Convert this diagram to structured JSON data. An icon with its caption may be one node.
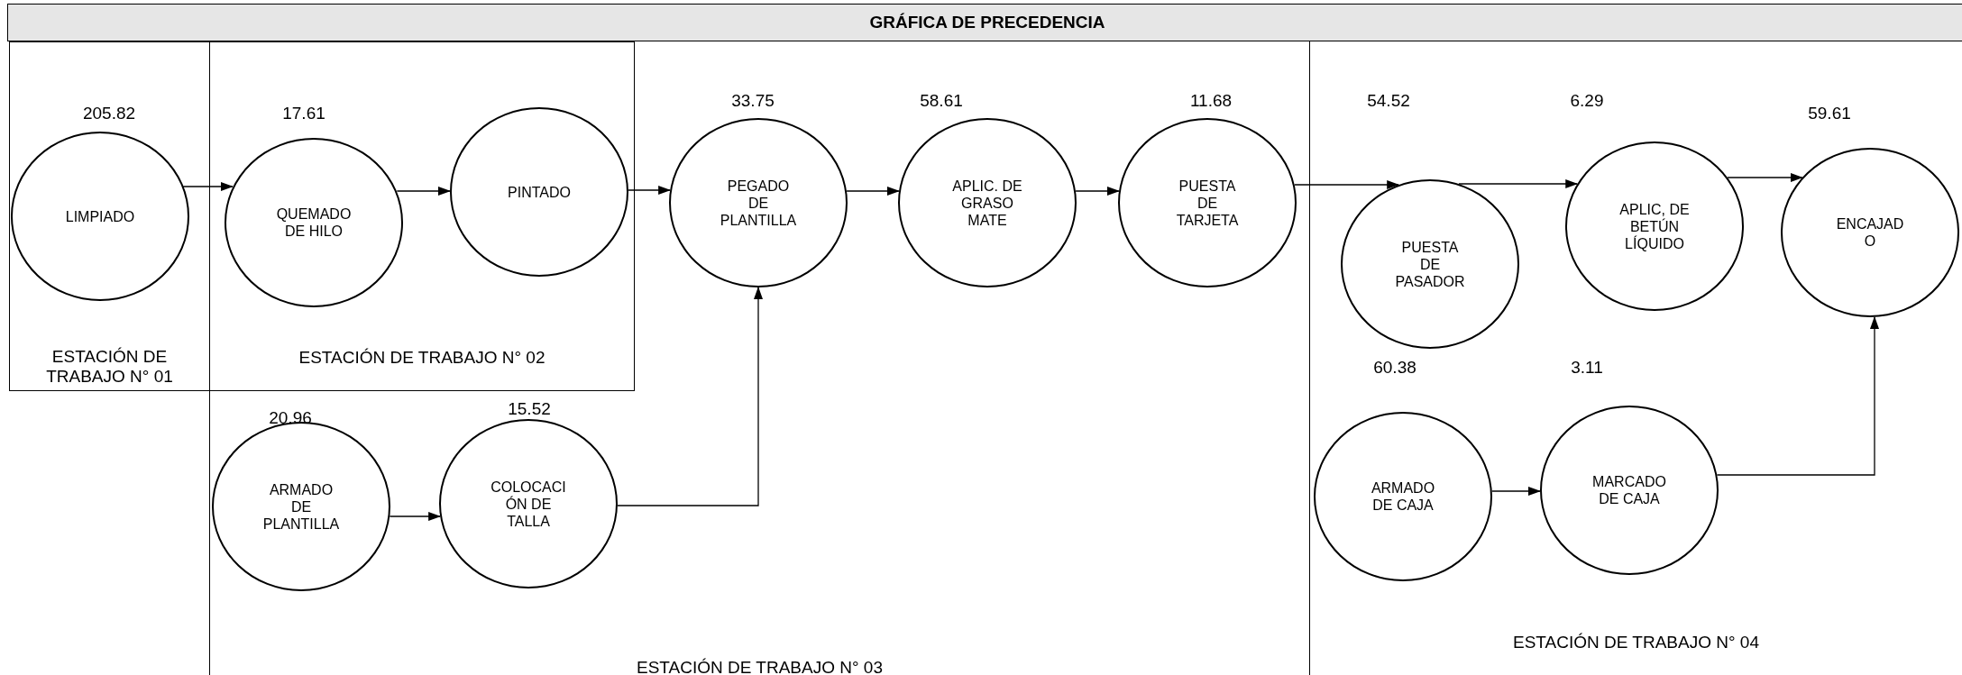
{
  "diagram": {
    "title": "GRÁFICA DE PRECEDENCIA",
    "nodes": [
      {
        "text": [
          "ESTACIÓN DE TRABAJO N° 01"
        ]
      },
      {
        "text": [
          "ESTACIÓN DE TRABAJO N° 02"
        ],
        "in": 2
      },
      {
        "text": [
          "ESTACIÓN DE TRABAJO N° 03"
        ]
      },
      {
        "text": [
          "ESTACIÓN DE TRABAJO N° 04"
        ]
      },
      {
        "text": [
          "LIMPIADO"
        ],
        "in": 0,
        "beside": [
          "205.82"
        ]
      },
      {
        "text": [
          "QUEMADO DE HILO"
        ],
        "in": 1,
        "beside": [
          "17.61"
        ]
      },
      {
        "text": [
          "PINTADO"
        ],
        "in": 1
      },
      {
        "text": [
          "PEGADO DE PLANTILLA"
        ],
        "in": 2,
        "beside": [
          "33.75"
        ]
      },
      {
        "text": [
          "APLIC. DE GRASO MATE"
        ],
        "in": 2,
        "beside": [
          "58.61"
        ]
      },
      {
        "text": [
          "PUESTA DE TARJETA"
        ],
        "in": 2,
        "beside": [
          "11.68"
        ]
      },
      {
        "text": [
          "PUESTA DE PASADOR"
        ],
        "in": 3
      },
      {
        "text": [
          "APLIC, DE BETÚN LÍQUIDO"
        ],
        "in": 3,
        "beside": [
          "6.29"
        ]
      },
      {
        "text": [
          "ENCAJAD O"
        ],
        "in": 3,
        "beside": [
          "59.61"
        ]
      },
      {
        "text": [
          "ARMADO DE PLANTILLA"
        ],
        "in": 2,
        "beside": [
          "20.96"
        ]
      },
      {
        "text": [
          "COLOCACI ÓN DE TALLA"
        ],
        "in": 2,
        "beside": [
          "15.52"
        ]
      },
      {
        "text": [
          "ARMADO DE CAJA"
        ],
        "in": 3
      },
      {
        "text": [
          "MARCADO DE CAJA"
        ],
        "in": 3,
        "beside": [
          "3.11"
        ]
      }
    ],
    "edges": [
      {
        "from": 4,
        "to": 5,
        "arrow": "to"
      },
      {
        "from": 5,
        "to": 6,
        "arrow": "to"
      },
      {
        "from": 6,
        "to": 7,
        "arrow": "to"
      },
      {
        "from": 7,
        "to": 8,
        "arrow": "to"
      },
      {
        "from": 8,
        "to": 9,
        "arrow": "to"
      },
      {
        "from": 9,
        "to": 10,
        "arrow": "to"
      },
      {
        "from": 10,
        "to": 11,
        "arrow": "to"
      },
      {
        "from": 11,
        "to": 12,
        "arrow": "to"
      },
      {
        "from": 13,
        "to": 14,
        "arrow": "to"
      },
      {
        "from": 14,
        "to": 7,
        "arrow": "to"
      },
      {
        "from": 15,
        "to": 16,
        "arrow": "to"
      },
      {
        "from": 16,
        "to": 12,
        "arrow": "to"
      }
    ],
    "labels": [
      "54.52",
      "60.38"
    ]
  }
}
